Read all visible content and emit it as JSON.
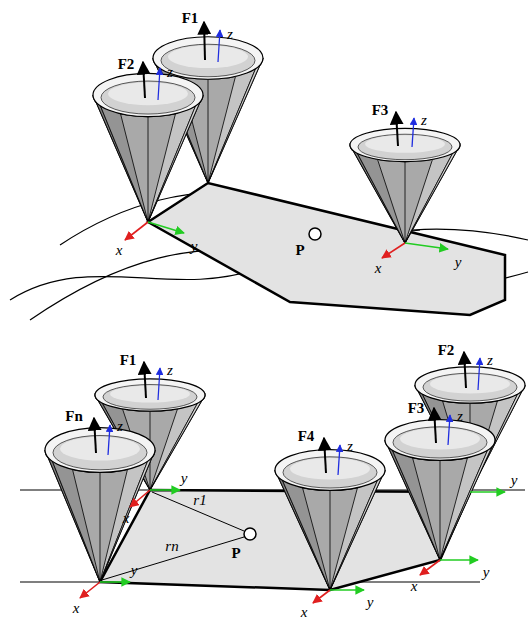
{
  "diagram": {
    "labels": [
      "F1",
      "z",
      "F2",
      "z",
      "F3",
      "z",
      "x",
      "y",
      "P",
      "x",
      "y",
      "F1",
      "z",
      "Fn",
      "z",
      "F2",
      "z",
      "F3",
      "z",
      "F4",
      "z",
      "y",
      "x",
      "r1",
      "rn",
      "P",
      "y",
      "y",
      "x",
      "x",
      "y",
      "x",
      "y"
    ]
  }
}
